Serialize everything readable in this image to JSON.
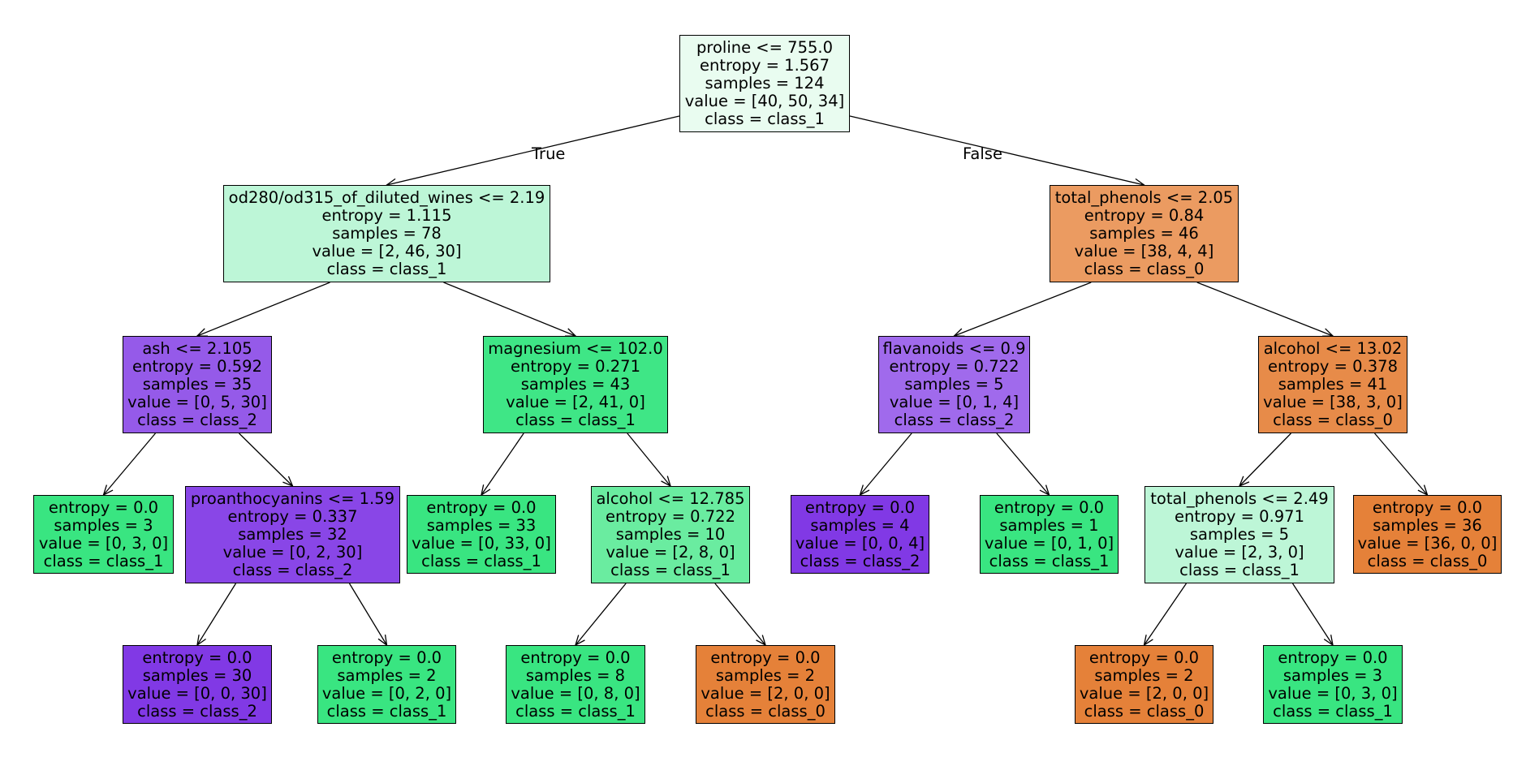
{
  "edge_labels": {
    "left": "True",
    "right": "False"
  },
  "nodes": [
    {
      "id": "root",
      "lines": [
        "proline <= 755.0",
        "entropy = 1.567",
        "samples = 124",
        "value = [40, 50, 34]",
        "class = class_1"
      ],
      "color": "#e9fcf0"
    },
    {
      "id": "n1",
      "lines": [
        "od280/od315_of_diluted_wines <= 2.19",
        "entropy = 1.115",
        "samples = 78",
        "value = [2, 46, 30]",
        "class = class_1"
      ],
      "color": "#bdf6d7"
    },
    {
      "id": "n2",
      "lines": [
        "total_phenols <= 2.05",
        "entropy = 0.84",
        "samples = 46",
        "value = [38, 4, 4]",
        "class = class_0"
      ],
      "color": "#eb9b61"
    },
    {
      "id": "n3",
      "lines": [
        "ash <= 2.105",
        "entropy = 0.592",
        "samples = 35",
        "value = [0, 5, 30]",
        "class = class_2"
      ],
      "color": "#955ae9"
    },
    {
      "id": "n4",
      "lines": [
        "magnesium <= 102.0",
        "entropy = 0.271",
        "samples = 43",
        "value = [2, 41, 0]",
        "class = class_1"
      ],
      "color": "#3fe686"
    },
    {
      "id": "n5",
      "lines": [
        "flavanoids <= 0.9",
        "entropy = 0.722",
        "samples = 5",
        "value = [0, 1, 4]",
        "class = class_2"
      ],
      "color": "#a06aec"
    },
    {
      "id": "n6",
      "lines": [
        "alcohol <= 13.02",
        "entropy = 0.378",
        "samples = 41",
        "value = [38, 3, 0]",
        "class = class_0"
      ],
      "color": "#e78b49"
    },
    {
      "id": "n7",
      "lines": [
        "entropy = 0.0",
        "samples = 3",
        "value = [0, 3, 0]",
        "class = class_1"
      ],
      "color": "#39e581"
    },
    {
      "id": "n8",
      "lines": [
        "proanthocyanins <= 1.59",
        "entropy = 0.337",
        "samples = 32",
        "value = [0, 2, 30]",
        "class = class_2"
      ],
      "color": "#8946e7"
    },
    {
      "id": "n9",
      "lines": [
        "entropy = 0.0",
        "samples = 33",
        "value = [0, 33, 0]",
        "class = class_1"
      ],
      "color": "#39e581"
    },
    {
      "id": "n10",
      "lines": [
        "alcohol <= 12.785",
        "entropy = 0.722",
        "samples = 10",
        "value = [2, 8, 0]",
        "class = class_1"
      ],
      "color": "#6aeca0"
    },
    {
      "id": "n11",
      "lines": [
        "entropy = 0.0",
        "samples = 4",
        "value = [0, 0, 4]",
        "class = class_2"
      ],
      "color": "#8139e5"
    },
    {
      "id": "n12",
      "lines": [
        "entropy = 0.0",
        "samples = 1",
        "value = [0, 1, 0]",
        "class = class_1"
      ],
      "color": "#39e581"
    },
    {
      "id": "n13",
      "lines": [
        "total_phenols <= 2.49",
        "entropy = 0.971",
        "samples = 5",
        "value = [2, 3, 0]",
        "class = class_1"
      ],
      "color": "#bdf6d7"
    },
    {
      "id": "n14",
      "lines": [
        "entropy = 0.0",
        "samples = 36",
        "value = [36, 0, 0]",
        "class = class_0"
      ],
      "color": "#e58139"
    },
    {
      "id": "n15",
      "lines": [
        "entropy = 0.0",
        "samples = 30",
        "value = [0, 0, 30]",
        "class = class_2"
      ],
      "color": "#8139e5"
    },
    {
      "id": "n16",
      "lines": [
        "entropy = 0.0",
        "samples = 2",
        "value = [0, 2, 0]",
        "class = class_1"
      ],
      "color": "#39e581"
    },
    {
      "id": "n17",
      "lines": [
        "entropy = 0.0",
        "samples = 8",
        "value = [0, 8, 0]",
        "class = class_1"
      ],
      "color": "#39e581"
    },
    {
      "id": "n18",
      "lines": [
        "entropy = 0.0",
        "samples = 2",
        "value = [2, 0, 0]",
        "class = class_0"
      ],
      "color": "#e58139"
    },
    {
      "id": "n19",
      "lines": [
        "entropy = 0.0",
        "samples = 2",
        "value = [2, 0, 0]",
        "class = class_0"
      ],
      "color": "#e58139"
    },
    {
      "id": "n20",
      "lines": [
        "entropy = 0.0",
        "samples = 3",
        "value = [0, 3, 0]",
        "class = class_1"
      ],
      "color": "#39e581"
    }
  ],
  "edges": [
    [
      "root",
      "n1"
    ],
    [
      "root",
      "n2"
    ],
    [
      "n1",
      "n3"
    ],
    [
      "n1",
      "n4"
    ],
    [
      "n2",
      "n5"
    ],
    [
      "n2",
      "n6"
    ],
    [
      "n3",
      "n7"
    ],
    [
      "n3",
      "n8"
    ],
    [
      "n4",
      "n9"
    ],
    [
      "n4",
      "n10"
    ],
    [
      "n5",
      "n11"
    ],
    [
      "n5",
      "n12"
    ],
    [
      "n6",
      "n13"
    ],
    [
      "n6",
      "n14"
    ],
    [
      "n8",
      "n15"
    ],
    [
      "n8",
      "n16"
    ],
    [
      "n10",
      "n17"
    ],
    [
      "n10",
      "n18"
    ],
    [
      "n13",
      "n19"
    ],
    [
      "n13",
      "n20"
    ]
  ]
}
